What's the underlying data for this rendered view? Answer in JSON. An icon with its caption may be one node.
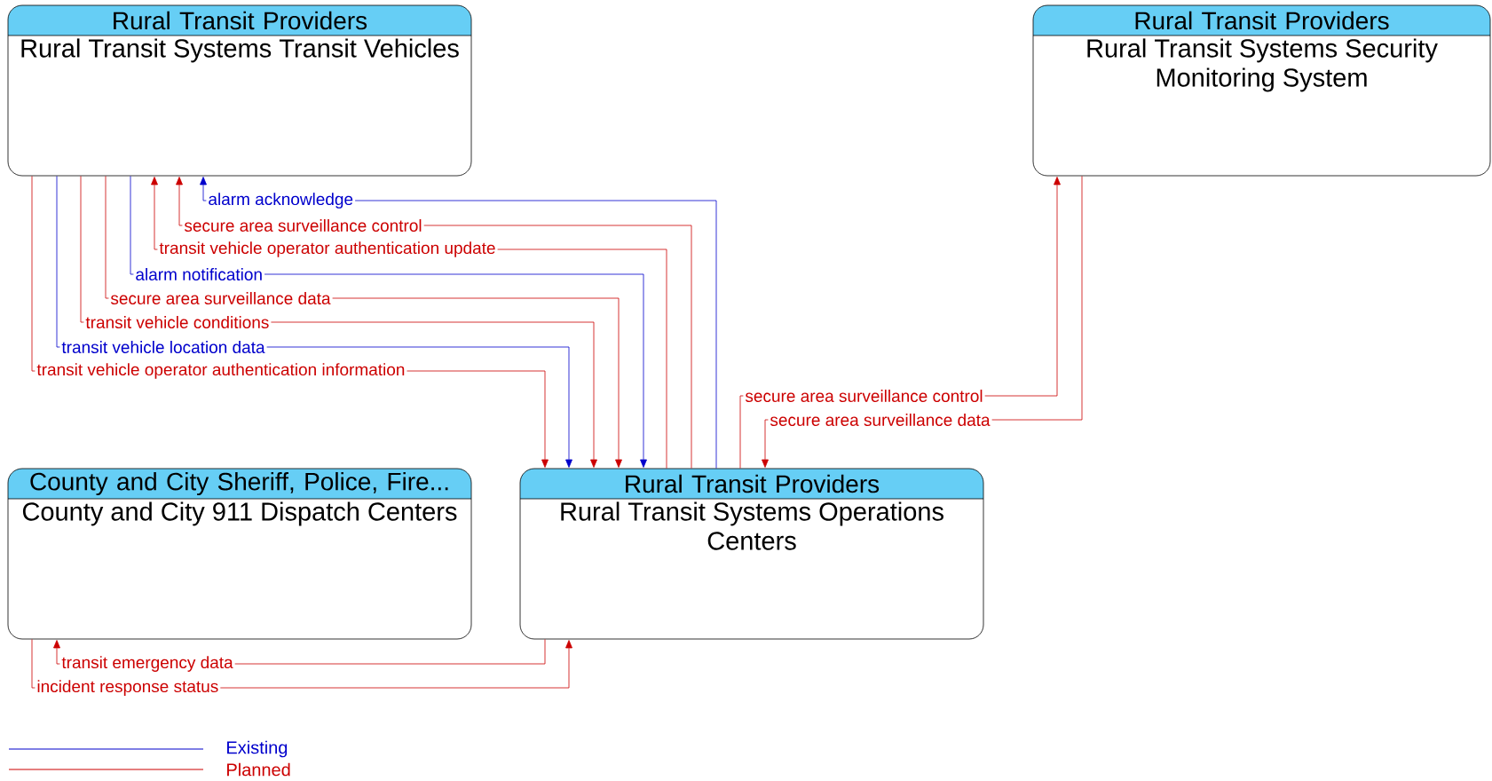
{
  "diagram": {
    "nodes": [
      {
        "text": [
          "Rural Transit Providers",
          "Rural Transit Systems Transit Vehicles"
        ]
      },
      {
        "text": [
          "Rural Transit Providers",
          "Rural Transit Systems Security Monitoring System"
        ]
      },
      {
        "text": [
          "County and City Sheriff, Police, Fire...",
          "County and City 911 Dispatch Centers"
        ]
      },
      {
        "text": [
          "Rural Transit Providers",
          "Rural Transit Systems Operations Centers"
        ]
      }
    ],
    "edges": [
      {
        "from": 3,
        "to": 0,
        "arrow": "to",
        "label": "alarm acknowledge",
        "color": "#0000cc"
      },
      {
        "from": 3,
        "to": 0,
        "arrow": "to",
        "label": "secure area surveillance control"
      },
      {
        "from": 3,
        "to": 0,
        "arrow": "to",
        "label": "transit vehicle operator authentication update"
      },
      {
        "from": 0,
        "to": 3,
        "arrow": "to",
        "label": "alarm notification",
        "color": "#0000cc"
      },
      {
        "from": 0,
        "to": 3,
        "arrow": "to",
        "label": "secure area surveillance data"
      },
      {
        "from": 0,
        "to": 3,
        "arrow": "to",
        "label": "transit vehicle conditions"
      },
      {
        "from": 0,
        "to": 3,
        "arrow": "to",
        "label": "transit vehicle location data",
        "color": "#0000cc"
      },
      {
        "from": 0,
        "to": 3,
        "arrow": "to",
        "label": "transit vehicle operator authentication information"
      },
      {
        "from": 3,
        "to": 1,
        "arrow": "to",
        "label": "secure area surveillance control"
      },
      {
        "from": 1,
        "to": 3,
        "arrow": "to",
        "label": "secure area surveillance data"
      },
      {
        "from": 3,
        "to": 2,
        "arrow": "to",
        "label": "transit emergency data"
      },
      {
        "from": 2,
        "to": 3,
        "arrow": "to",
        "label": "incident response status"
      }
    ],
    "legend": [
      {
        "text": "Existing",
        "color": "#0000cc"
      },
      {
        "text": "Planned",
        "color": "#cc0000"
      }
    ]
  }
}
